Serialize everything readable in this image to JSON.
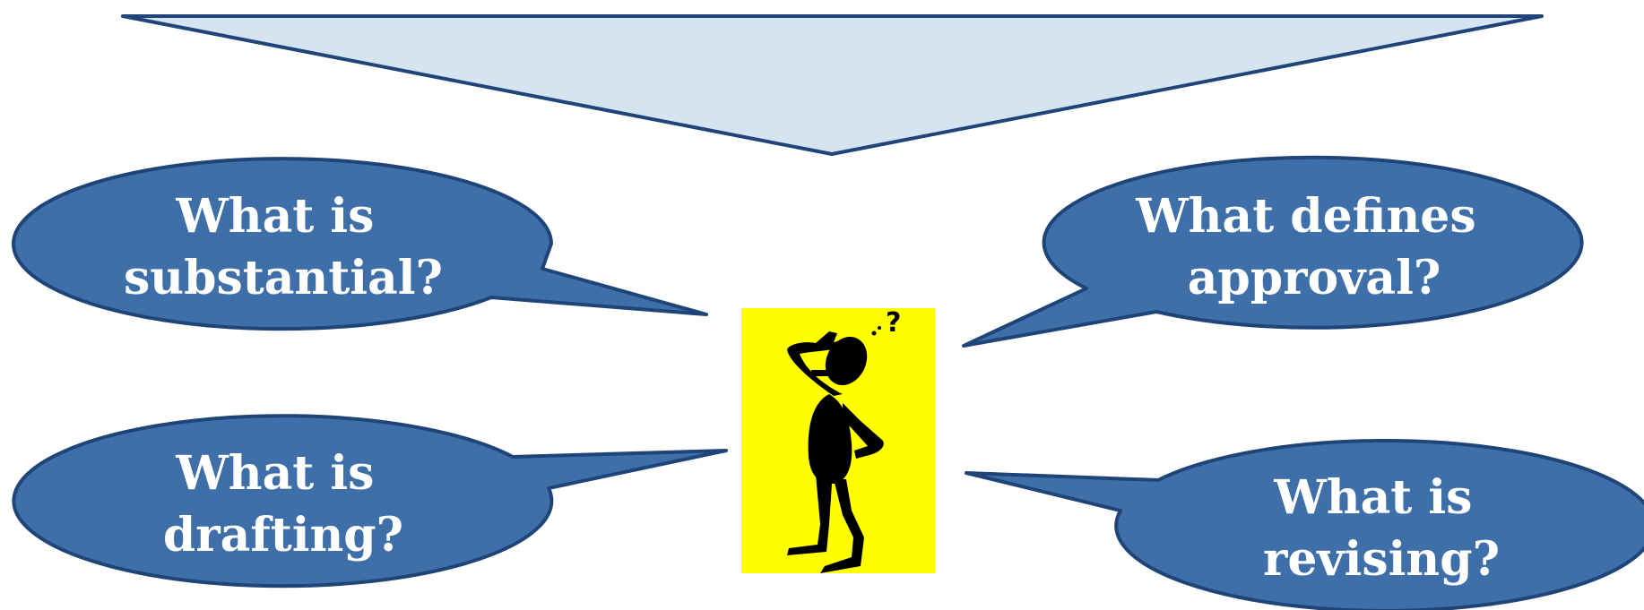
{
  "colors": {
    "bubble_fill": "#3e6fa8",
    "bubble_stroke": "#1f4477",
    "banner_fill": "#d6e3f1",
    "banner_stroke": "#1f4477",
    "figure_background": "#ffff00",
    "text": "#ffffff"
  },
  "figure": {
    "icon": "confused-stick-figure-icon"
  },
  "bubbles": [
    {
      "line1": "What is",
      "line2": "substantial?"
    },
    {
      "line1": "What defines",
      "line2": "approval?"
    },
    {
      "line1": "What is",
      "line2": "drafting?"
    },
    {
      "line1": "What is",
      "line2": "revising?"
    }
  ]
}
